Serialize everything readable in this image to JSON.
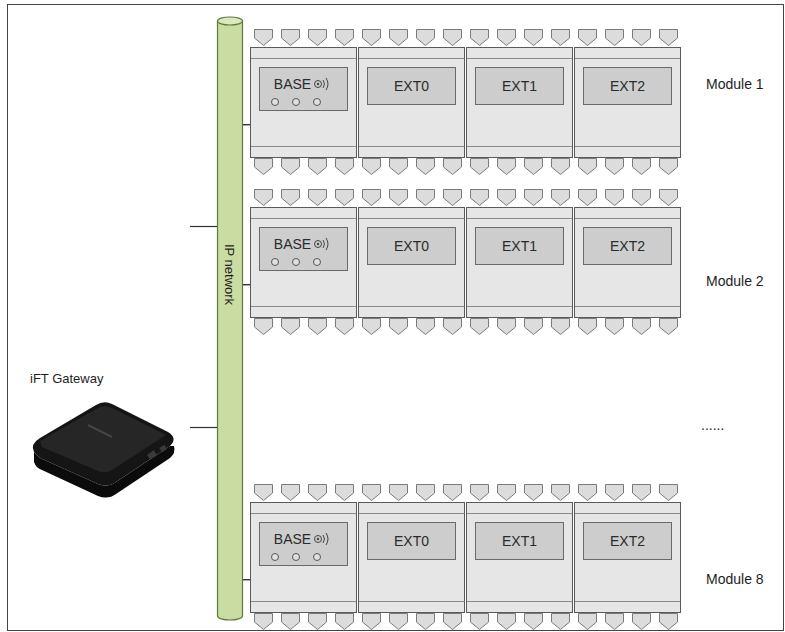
{
  "diagram": {
    "nodes": [
      {
        "text": [
          "IP network"
        ]
      },
      {
        "text": [
          "BASE"
        ]
      },
      {
        "text": [
          "EXT0"
        ]
      },
      {
        "text": [
          "EXT1"
        ]
      },
      {
        "text": [
          "EXT2"
        ]
      },
      {
        "text": [
          "BASE"
        ]
      },
      {
        "text": [
          "EXT0"
        ]
      },
      {
        "text": [
          "EXT1"
        ]
      },
      {
        "text": [
          "EXT2"
        ]
      },
      {
        "text": [
          "BASE"
        ]
      },
      {
        "text": [
          "EXT0"
        ]
      },
      {
        "text": [
          "EXT1"
        ]
      },
      {
        "text": [
          "EXT2"
        ]
      }
    ],
    "edges": [
      {
        "from": 0,
        "to": 1,
        "arrow": "none"
      },
      {
        "from": 0,
        "to": 5,
        "arrow": "none"
      },
      {
        "from": 0,
        "to": 9,
        "arrow": "none"
      }
    ],
    "labels": [
      "Module 1",
      "Module 2",
      "iFT Gateway",
      "......",
      "Module 8"
    ]
  }
}
